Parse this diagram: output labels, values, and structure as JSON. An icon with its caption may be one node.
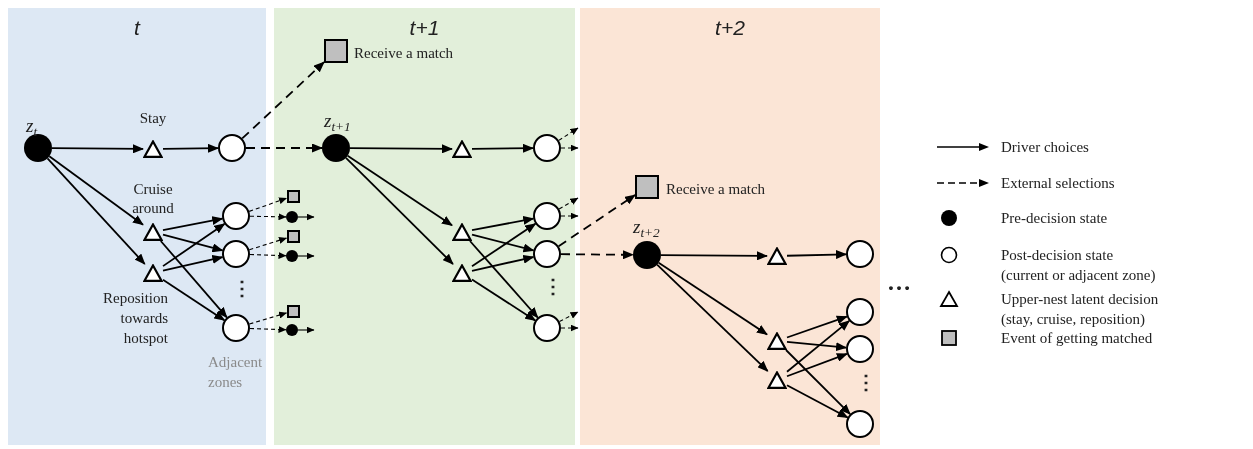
{
  "diagram": {
    "nodes": [
      {
        "text": [
          "t"
        ]
      },
      {
        "text": [
          "t+1"
        ]
      },
      {
        "text": [
          "t+2"
        ]
      },
      {
        "text": [
          "z$_{t}$"
        ],
        "in": 0
      },
      {
        "text": [
          "Stay"
        ],
        "in": 0
      },
      {
        "text": [],
        "shape": "circle",
        "in": 0
      },
      {
        "text": [
          "Cruise around"
        ],
        "in": 0
      },
      {
        "text": [
          "Reposition towards hotspot"
        ],
        "in": 0
      },
      {
        "text": [],
        "shape": "circle",
        "in": 0
      },
      {
        "text": [],
        "shape": "circle",
        "in": 0
      },
      {
        "text": [],
        "shape": "circle",
        "in": 0
      },
      {
        "text": [],
        "shape": "box",
        "in": 1
      },
      {
        "text": [],
        "shape": "circle",
        "in": 1
      },
      {
        "text": [],
        "shape": "box",
        "in": 1
      },
      {
        "text": [],
        "shape": "circle",
        "in": 1
      },
      {
        "text": [],
        "shape": "box",
        "in": 1
      },
      {
        "text": [],
        "shape": "circle",
        "in": 1
      },
      {
        "text": [
          "Receive a match"
        ],
        "in": 1
      },
      {
        "text": [
          "z$_{t+1}$"
        ],
        "in": 1
      },
      {
        "text": [],
        "shape": "triangle",
        "in": 1
      },
      {
        "text": [],
        "shape": "circle",
        "in": 1
      },
      {
        "text": [],
        "shape": "triangle",
        "in": 1
      },
      {
        "text": [],
        "shape": "triangle",
        "in": 1
      },
      {
        "text": [],
        "shape": "circle",
        "in": 1
      },
      {
        "text": [],
        "shape": "circle",
        "in": 1
      },
      {
        "text": [],
        "shape": "circle",
        "in": 1
      },
      {
        "text": [
          "Receive a match"
        ],
        "in": 2
      },
      {
        "text": [
          "z$_{t+2}$"
        ],
        "in": 2
      },
      {
        "text": [],
        "shape": "triangle",
        "in": 2
      },
      {
        "text": [],
        "shape": "circle",
        "in": 2
      },
      {
        "text": [],
        "shape": "triangle",
        "in": 2
      },
      {
        "text": [],
        "shape": "triangle",
        "in": 2
      },
      {
        "text": [],
        "shape": "circle",
        "in": 2
      },
      {
        "text": [],
        "shape": "circle",
        "in": 2
      },
      {
        "text": [],
        "shape": "circle",
        "in": 2
      }
    ],
    "edges": [
      {
        "from": 3,
        "to": 4,
        "arrow": "to"
      },
      {
        "from": 4,
        "to": 5,
        "arrow": "to"
      },
      {
        "from": 3,
        "to": 6,
        "arrow": "to"
      },
      {
        "from": 3,
        "to": 7,
        "arrow": "to"
      },
      {
        "from": 6,
        "to": 8,
        "arrow": "to"
      },
      {
        "from": 6,
        "to": 9,
        "arrow": "to"
      },
      {
        "from": 6,
        "to": 10,
        "arrow": "to"
      },
      {
        "from": 7,
        "to": 8,
        "arrow": "to"
      },
      {
        "from": 7,
        "to": 9,
        "arrow": "to"
      },
      {
        "from": 7,
        "to": 10,
        "arrow": "to"
      },
      {
        "from": 5,
        "to": 17,
        "arrow": "to",
        "style": "dashed"
      },
      {
        "from": 5,
        "to": 18,
        "arrow": "to",
        "style": "dashed"
      },
      {
        "from": 8,
        "to": 11,
        "arrow": "to",
        "style": "dashed"
      },
      {
        "from": 8,
        "to": 12,
        "arrow": "to",
        "style": "dashed"
      },
      {
        "from": 12,
        "to": null,
        "arrow": "to"
      },
      {
        "from": 9,
        "to": 13,
        "arrow": "to",
        "style": "dashed"
      },
      {
        "from": 9,
        "to": 14,
        "arrow": "to",
        "style": "dashed"
      },
      {
        "from": 14,
        "to": null,
        "arrow": "to"
      },
      {
        "from": 10,
        "to": 15,
        "arrow": "to",
        "style": "dashed"
      },
      {
        "from": 10,
        "to": 16,
        "arrow": "to",
        "style": "dashed"
      },
      {
        "from": 16,
        "to": null,
        "arrow": "to"
      },
      {
        "from": 18,
        "to": 19,
        "arrow": "to"
      },
      {
        "from": 19,
        "to": 20,
        "arrow": "to"
      },
      {
        "from": 18,
        "to": 21,
        "arrow": "to"
      },
      {
        "from": 18,
        "to": 22,
        "arrow": "to"
      },
      {
        "from": 21,
        "to": 23,
        "arrow": "to"
      },
      {
        "from": 21,
        "to": 24,
        "arrow": "to"
      },
      {
        "from": 21,
        "to": 25,
        "arrow": "to"
      },
      {
        "from": 22,
        "to": 23,
        "arrow": "to"
      },
      {
        "from": 22,
        "to": 24,
        "arrow": "to"
      },
      {
        "from": 22,
        "to": 25,
        "arrow": "to"
      },
      {
        "from": 20,
        "to": null,
        "arrow": "to",
        "style": "dashed"
      },
      {
        "from": 20,
        "to": null,
        "arrow": "to",
        "style": "dashed"
      },
      {
        "from": 23,
        "to": null,
        "arrow": "to",
        "style": "dashed"
      },
      {
        "from": 23,
        "to": null,
        "arrow": "to",
        "style": "dashed"
      },
      {
        "from": 24,
        "to": 26,
        "arrow": "to",
        "style": "dashed"
      },
      {
        "from": 24,
        "to": 27,
        "arrow": "to",
        "style": "dashed"
      },
      {
        "from": 25,
        "to": null,
        "arrow": "to",
        "style": "dashed"
      },
      {
        "from": 25,
        "to": null,
        "arrow": "to",
        "style": "dashed"
      },
      {
        "from": 27,
        "to": 28,
        "arrow": "to"
      },
      {
        "from": 28,
        "to": 29,
        "arrow": "to"
      },
      {
        "from": 27,
        "to": 30,
        "arrow": "to"
      },
      {
        "from": 27,
        "to": 31,
        "arrow": "to"
      },
      {
        "from": 30,
        "to": 32,
        "arrow": "to"
      },
      {
        "from": 30,
        "to": 33,
        "arrow": "to"
      },
      {
        "from": 30,
        "to": 34,
        "arrow": "to"
      },
      {
        "from": 31,
        "to": 32,
        "arrow": "to"
      },
      {
        "from": 31,
        "to": 33,
        "arrow": "to"
      },
      {
        "from": 31,
        "to": 34,
        "arrow": "to"
      }
    ],
    "labels": [
      "⋮",
      "Adjacent zones",
      "⋮",
      "⋮",
      "…"
    ],
    "legend": [
      {
        "text": "Driver choices"
      },
      {
        "text": "External selections"
      },
      {
        "text": "Pre-decision state"
      },
      {
        "text": "Post-decision state (current or adjacent zone)"
      },
      {
        "text": "Upper-nest latent decision (stay, cruise, reposition)"
      },
      {
        "text": "Event of getting matched"
      }
    ]
  }
}
